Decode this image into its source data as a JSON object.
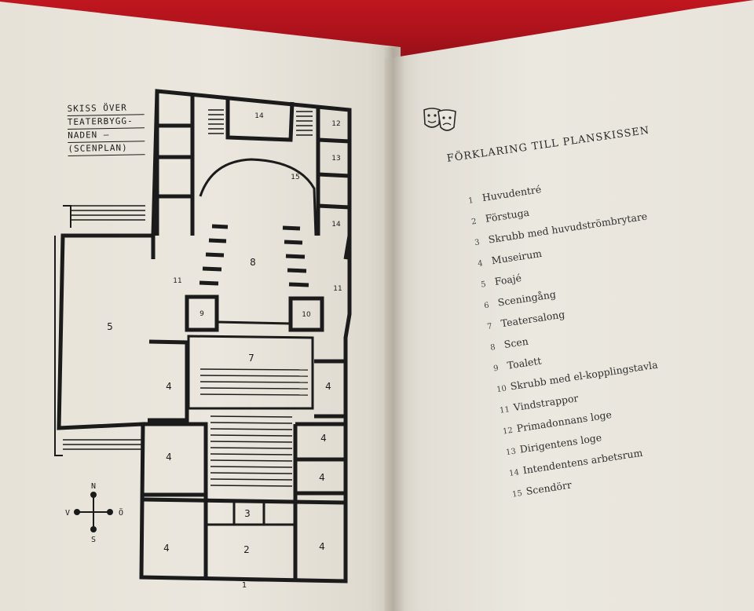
{
  "sketch_title_lines": [
    "SKISS ÖVER",
    "TEATERBYGG-",
    "NADEN –",
    "(SCENPLAN)"
  ],
  "plan_labels": {
    "stage": "8",
    "foyer": "5",
    "salon": "7",
    "museum": "4",
    "entrance": "1",
    "anteroom": "2",
    "closet": "3",
    "toilet": "9",
    "closet_panel": "10",
    "stair_left": "11",
    "stair_right": "11",
    "prima_loge": "12",
    "conductor_loge": "13",
    "intendent_office": "14",
    "stage_door": "15"
  },
  "compass": {
    "n": "N",
    "s": "S",
    "v": "V",
    "o": "Ö"
  },
  "legend_title": "FÖRKLARING TILL PLANSKISSEN",
  "legend": [
    {
      "num": "1",
      "label": "Huvudentré"
    },
    {
      "num": "2",
      "label": "Förstuga"
    },
    {
      "num": "3",
      "label": "Skrubb med huvudströmbrytare"
    },
    {
      "num": "4",
      "label": "Museirum"
    },
    {
      "num": "5",
      "label": "Foajé"
    },
    {
      "num": "6",
      "label": "Sceningång"
    },
    {
      "num": "7",
      "label": "Teatersalong"
    },
    {
      "num": "8",
      "label": "Scen"
    },
    {
      "num": "9",
      "label": "Toalett"
    },
    {
      "num": "10",
      "label": "Skrubb med el-kopplingstavla"
    },
    {
      "num": "11",
      "label": "Vindstrappor"
    },
    {
      "num": "12",
      "label": "Primadonnans loge"
    },
    {
      "num": "13",
      "label": "Dirigentens loge"
    },
    {
      "num": "14",
      "label": "Intendentens arbetsrum"
    },
    {
      "num": "15",
      "label": "Scendörr"
    }
  ],
  "colors": {
    "ink": "#1b1b1b",
    "paper": "#ebe7de",
    "cloth": "#b81822"
  },
  "icons": {
    "emblem": "theatre-masks-icon",
    "compass": "compass-rose-icon"
  }
}
